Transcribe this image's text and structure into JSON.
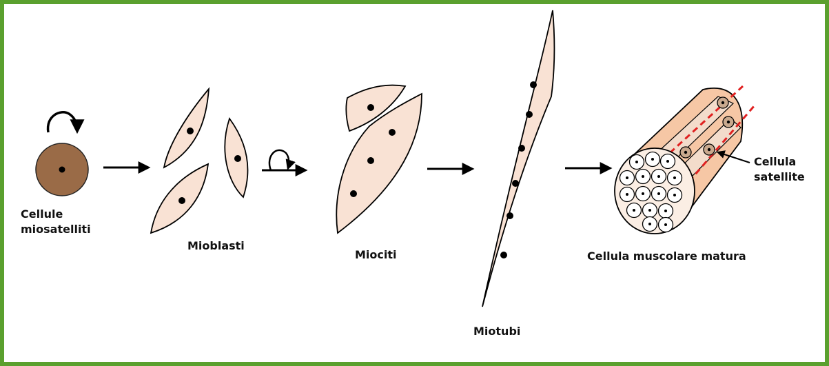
{
  "colors": {
    "frame": "#5aa02e",
    "cell_fill": "#f9e2d4",
    "stem_fill": "#9a6b47",
    "fiber_body": "#f6c7a5",
    "fiber_band": "#f3dccb",
    "fiber_end": "#fbeee4",
    "nucleus": "#000000",
    "satellite_nucleus": "#a27a5b",
    "dashed": "#e02020",
    "stroke": "#000000"
  },
  "icons": {
    "self_renewal": "circular-arrow-icon",
    "step": "right-arrow-icon"
  },
  "labels": {
    "stem": [
      "Cellule",
      "miosatelliti"
    ],
    "myoblasts": "Mioblasti",
    "myocytes": "Miociti",
    "myotubes": "Miotubi",
    "mature": "Cellula muscolare matura",
    "satellite": [
      "Cellula",
      "satellite"
    ]
  }
}
